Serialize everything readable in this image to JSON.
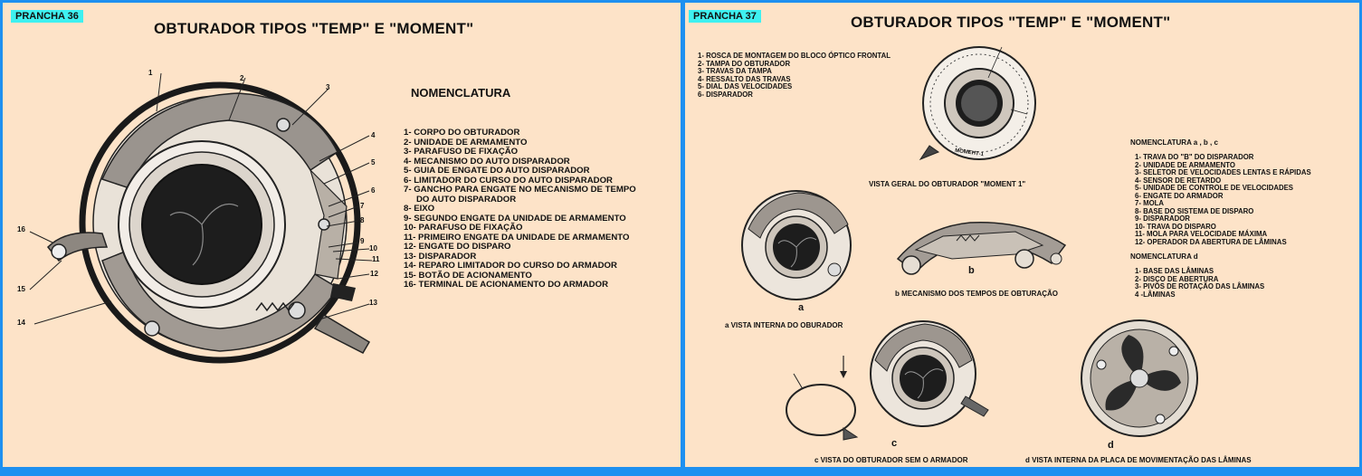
{
  "left": {
    "badge": "PRANCHA   36",
    "title": "OBTURADOR TIPOS \"TEMP\" E \"MOMENT\"",
    "nomenclature_heading": "NOMENCLATURA",
    "items": [
      "1- CORPO DO OBTURADOR",
      "2- UNIDADE DE ARMAMENTO",
      "3- PARAFUSO DE FIXAÇÃO",
      "4- MECANISMO DO AUTO DISPARADOR",
      "5- GUIA DE ENGATE DO AUTO DISPARADOR",
      "6- LIMITADOR DO CURSO DO AUTO DISPARADOR",
      "7- GANCHO PARA ENGATE NO MECANISMO DE TEMPO",
      "DO AUTO DISPARADOR",
      "8- EIXO",
      "9- SEGUNDO ENGATE DA UNIDADE DE ARMAMENTO",
      "10- PARAFUSO DE FIXAÇÃO",
      "11- PRIMEIRO ENGATE DA UNIDADE DE ARMAMENTO",
      "12- ENGATE DO DISPARO",
      "13- DISPARADOR",
      "14- REPARO LIMITADOR DO CURSO DO ARMADOR",
      "15- BOTÃO DE ACIONAMENTO",
      "16- TERMINAL DE ACIONAMENTO DO ARMADOR"
    ],
    "callouts": [
      "1",
      "2",
      "3",
      "4",
      "5",
      "6",
      "7",
      "8",
      "9",
      "10",
      "11",
      "12",
      "13",
      "14",
      "15",
      "16"
    ]
  },
  "right": {
    "badge": "PRANCHA   37",
    "title": "OBTURADOR TIPOS \"TEMP\" E \"MOMENT\"",
    "top_items": [
      "1- ROSCA DE MONTAGEM DO BLOCO ÓPTICO FRONTAL",
      "2- TAMPA  DO OBTURADOR",
      "3- TRAVAS DA TAMPA",
      "4- RESSALTO DAS TRAVAS",
      "5- DIAL DAS VELOCIDADES",
      "6- DISPARADOR"
    ],
    "general_view_caption": "VISTA GERAL DO OBTURADOR \"MOMENT 1\"",
    "dial_label": "МОМЕНТ-1",
    "nomenclature_abc_heading": "NOMENCLATURA a , b , c",
    "abc_items": [
      "1- TRAVA DO \"B\" DO DISPARADOR",
      "2- UNIDADE DE ARMAMENTO",
      "3- SELETOR DE VELOCIDADES LENTAS E RÁPIDAS",
      "4- SENSOR DE RETARDO",
      "5- UNIDADE DE CONTROLE DE VELOCIDADES",
      "6- ENGATE DO ARMADOR",
      "7- MOLA",
      "8- BASE DO SISTEMA DE DISPARO",
      "9- DISPARADOR",
      "10- TRAVA DO DISPARO",
      "11- MOLA PARA VELOCIDADE MÁXIMA",
      "12- OPERADOR DA ABERTURA DE LÂMINAS"
    ],
    "nomenclature_d_heading": "NOMENCLATURA d",
    "d_items": [
      "1- BASE DAS LÂMINAS",
      "2- DISCO DE ABERTURA",
      "3- PIVÔS DE ROTAÇÃO DAS LÂMINAS",
      "4 -LÂMINAS"
    ],
    "figures": {
      "a": {
        "letter": "a",
        "caption": "a  VISTA INTERNA DO OBURADOR"
      },
      "b": {
        "letter": "b",
        "caption": "b  MECANISMO DOS TEMPOS DE OBTURAÇÃO"
      },
      "c": {
        "letter": "c",
        "caption": "c  VISTA DO OBTURADOR SEM O ARMADOR"
      },
      "d": {
        "letter": "d",
        "caption": "d VISTA INTERNA DA PLACA DE MOVIMENTAÇÃO DAS LÂMINAS"
      }
    }
  }
}
